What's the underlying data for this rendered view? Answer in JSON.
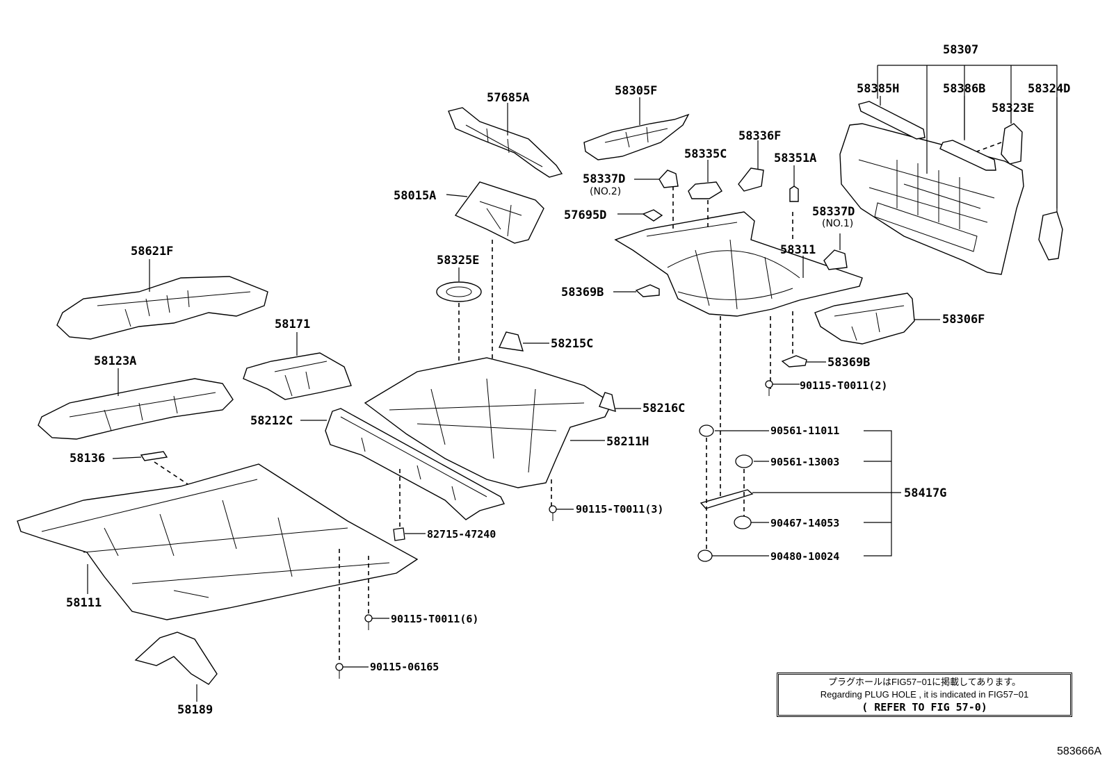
{
  "labels": {
    "p57685A": "57685A",
    "p58305F": "58305F",
    "p58307": "58307",
    "p58385H": "58385H",
    "p58386B": "58386B",
    "p58324D": "58324D",
    "p58323E": "58323E",
    "p58336F": "58336F",
    "p58335C": "58335C",
    "p58351A": "58351A",
    "p58337D_no2": "58337D",
    "p58337D_no2_sub": "(NO.2)",
    "p58015A": "58015A",
    "p57695D": "57695D",
    "p58337D_no1": "58337D",
    "p58337D_no1_sub": "(NO.1)",
    "p58311": "58311",
    "p58621F": "58621F",
    "p58325E": "58325E",
    "p58369B_a": "58369B",
    "p58306F": "58306F",
    "p58171": "58171",
    "p58215C": "58215C",
    "p58369B_b": "58369B",
    "p58123A": "58123A",
    "p90115T0011_2": "90115-T0011(2)",
    "p58216C": "58216C",
    "p58212C": "58212C",
    "p90561_11011": "90561-11011",
    "p58211H": "58211H",
    "p58136": "58136",
    "p90561_13003": "90561-13003",
    "p58417G": "58417G",
    "p90115T0011_3": "90115-T0011(3)",
    "p90467_14053": "90467-14053",
    "p82715_47240": "82715-47240",
    "p90480_10024": "90480-10024",
    "p58111": "58111",
    "p90115T0011_6": "90115-T0011(6)",
    "p90115_06165": "90115-06165",
    "p58189": "58189"
  },
  "note": {
    "japanese": "プラグホールはFIG57−01に掲載してあります。",
    "english": "Regarding  PLUG HOLE , it is indicated in  FIG57−01",
    "refer": "( REFER TO FIG 57-0)"
  },
  "figure_code": "583666A"
}
